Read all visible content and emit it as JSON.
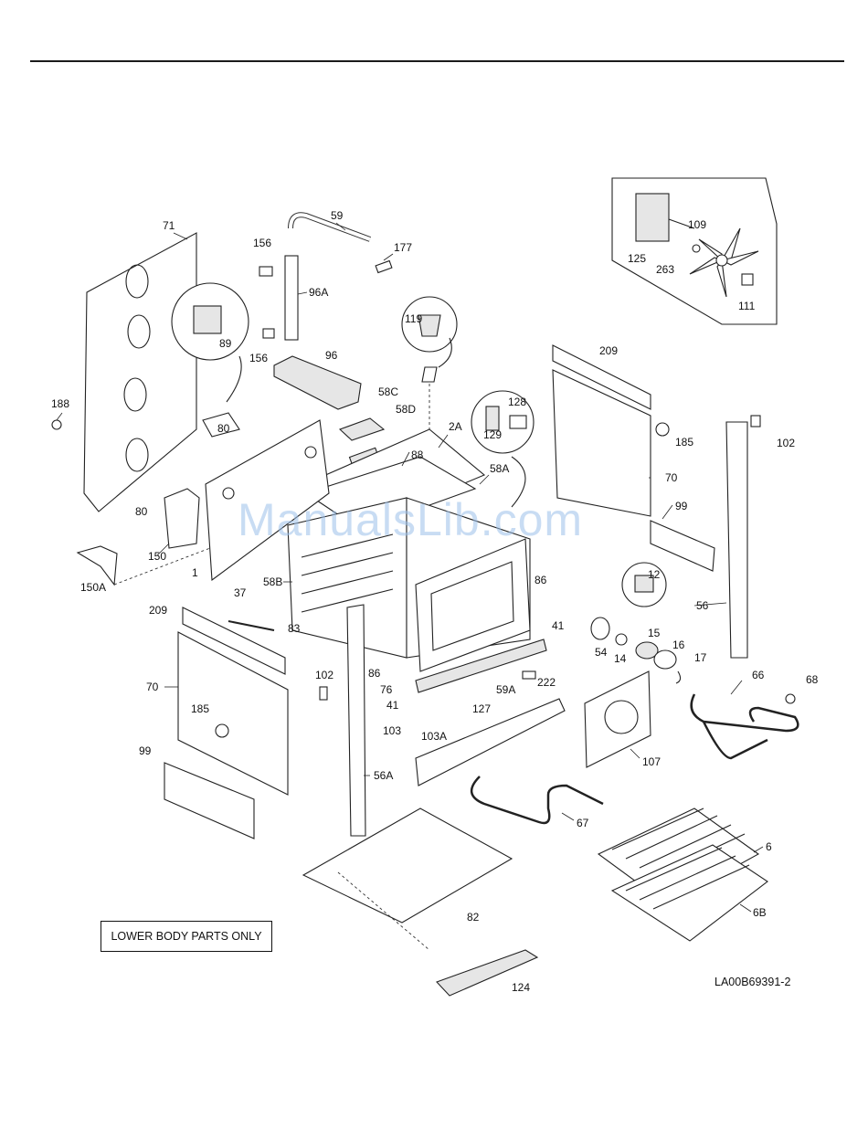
{
  "labels": {
    "71": "71",
    "59": "59",
    "156a": "156",
    "177": "177",
    "96A": "96A",
    "156b": "156",
    "89": "89",
    "96": "96",
    "119": "119",
    "188": "188",
    "58C": "58C",
    "58D": "58D",
    "88": "88",
    "2A": "2A",
    "128": "128",
    "129": "129",
    "58A": "58A",
    "80a": "80",
    "80b": "80",
    "150": "150",
    "150A": "150A",
    "1": "1",
    "58B": "58B",
    "83": "83",
    "37": "37",
    "209a": "209",
    "70a": "70",
    "185a": "185",
    "102a": "102",
    "99a": "99",
    "56A": "56A",
    "86a": "86",
    "86b": "86",
    "76": "76",
    "41a": "41",
    "41b": "41",
    "103": "103",
    "127": "127",
    "59A": "59A",
    "103A": "103A",
    "222": "222",
    "12": "12",
    "54": "54",
    "14": "14",
    "15": "15",
    "16": "16",
    "17": "17",
    "107": "107",
    "66": "66",
    "68": "68",
    "67": "67",
    "82": "82",
    "124": "124",
    "6": "6",
    "6B": "6B",
    "125": "125",
    "109": "109",
    "263": "263",
    "111": "111",
    "209b": "209",
    "185b": "185",
    "70b": "70",
    "99b": "99",
    "102b": "102",
    "56": "56"
  },
  "note": "LOWER BODY PARTS ONLY",
  "diagram_code": "LA00B69391-2",
  "watermark": "ManualsLib.com"
}
